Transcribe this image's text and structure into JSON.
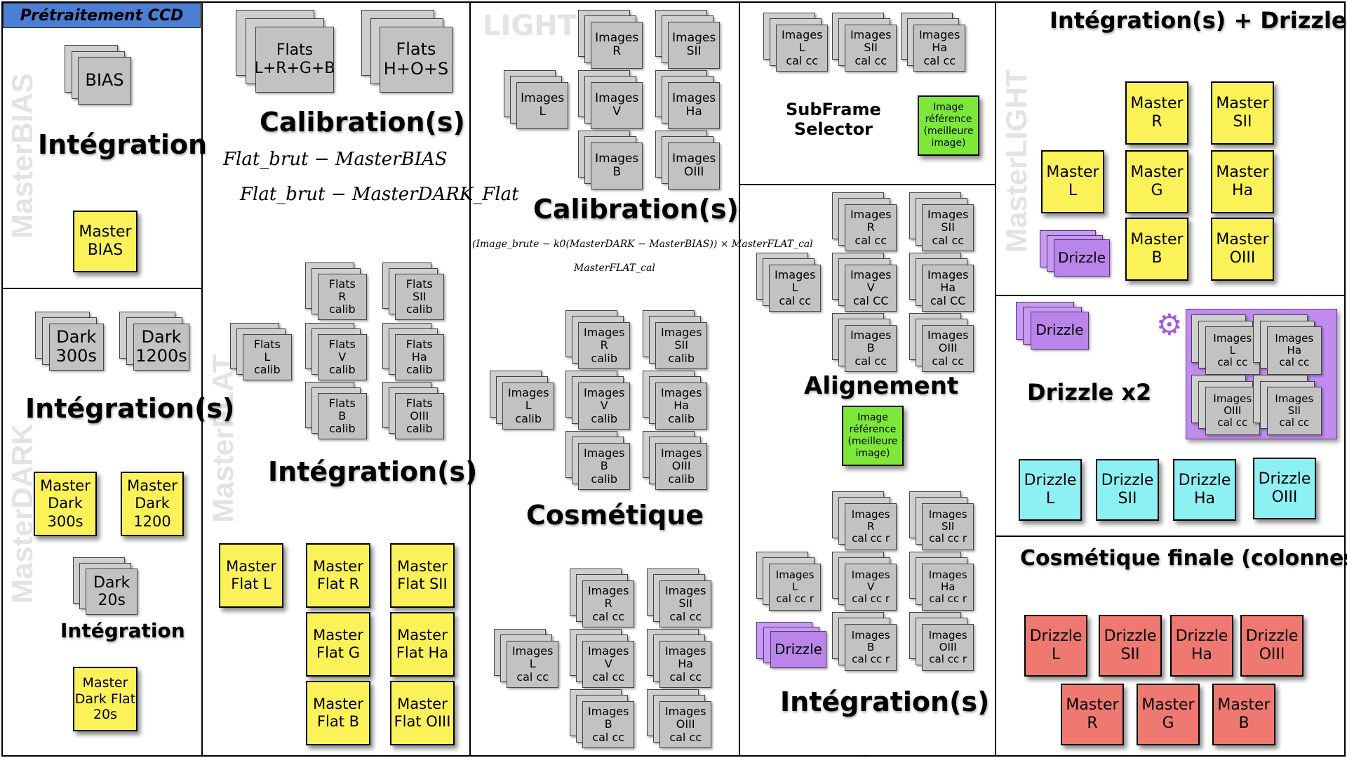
{
  "title": "Prétraitement CCD",
  "sections": {
    "bias": "MasterBIAS",
    "dark": "MasterDARK",
    "flat": "MasterFLAT",
    "light": "LIGHT",
    "light2": "MasterLIGHT"
  },
  "bias": {
    "stack": "BIAS",
    "step": "Intégration",
    "master": "Master\nBIAS"
  },
  "dark": {
    "d300": "Dark\n300s",
    "d1200": "Dark\n1200s",
    "step": "Intégration(s)",
    "m300": "Master\nDark\n300s",
    "m1200": "Master\nDark\n1200",
    "d20": "Dark\n20s",
    "step2": "Intégration",
    "mflat": "Master\nDark Flat\n20s"
  },
  "flat": {
    "f1": "Flats\nL+R+G+B",
    "f2": "Flats\nH+O+S",
    "step": "Calibration(s)",
    "eq1": "Flat_brut − MasterBIAS",
    "eq2": "Flat_brut − MasterDARK_Flat",
    "c": [
      "Flats\nR\ncalib",
      "Flats\nSII\ncalib",
      "Flats\nL\ncalib",
      "Flats\nV\ncalib",
      "Flats\nHa\ncalib",
      "Flats\nB\ncalib",
      "Flats\nOIII\ncalib"
    ],
    "step2": "Intégration(s)",
    "m": [
      "Master\nFlat L",
      "Master\nFlat R",
      "Master\nFlat SII",
      "Master\nFlat G",
      "Master\nFlat Ha",
      "Master\nFlat B",
      "Master\nFlat OIII"
    ]
  },
  "light": {
    "raw": [
      "Images\nR",
      "Images\nSII",
      "Images\nL",
      "Images\nV",
      "Images\nHa",
      "Images\nB",
      "Images\nOIII"
    ],
    "step": "Calibration(s)",
    "formula_num": "(Image_brute − k0(MasterDARK − MasterBIAS)) × MasterFLAT_cal",
    "formula_den": "MasterFLAT_cal",
    "calib": [
      "Images\nR\ncalib",
      "Images\nSII\ncalib",
      "Images\nL\ncalib",
      "Images\nV\ncalib",
      "Images\nHa\ncalib",
      "Images\nB\ncalib",
      "Images\nOIII\ncalib"
    ],
    "step2": "Cosmétique",
    "cc": [
      "Images\nR\ncal cc",
      "Images\nSII\ncal cc",
      "Images\nL\ncal cc",
      "Images\nV\ncal cc",
      "Images\nHa\ncal cc",
      "Images\nB\ncal cc",
      "Images\nOIII\ncal cc"
    ]
  },
  "sub": {
    "s": [
      "Images\nL\ncal cc",
      "Images\nSII\ncal cc",
      "Images\nHa\ncal cc"
    ],
    "arrow": "SubFrame\nSelector",
    "ref": "Image\nréférence\n(meilleure\nimage)"
  },
  "align": {
    "cc": [
      "Images\nR\ncal cc",
      "Images\nSII\ncal cc",
      "Images\nL\ncal cc",
      "Images\nV\ncal CC",
      "Images\nHa\ncal CC",
      "Images\nB\ncal cc",
      "Images\nOIII\ncal cc"
    ],
    "step": "Alignement",
    "ref": "Image\nréférence\n(meilleure\nimage)",
    "r": [
      "Images\nR\ncal cc r",
      "Images\nSII\ncal cc r",
      "Images\nL\ncal cc r",
      "Images\nV\ncal cc r",
      "Images\nHa\ncal cc r",
      "Images\nB\ncal cc r",
      "Images\nOIII\ncal cc r"
    ],
    "drizzle": "Drizzle",
    "step2": "Intégration(s)"
  },
  "integ": {
    "step": "Intégration(s) + Drizzle",
    "m": [
      "Master\nR",
      "Master\nSII",
      "Master\nL",
      "Master\nG",
      "Master\nHa",
      "Master\nB",
      "Master\nOIII"
    ],
    "drizzle": "Drizzle"
  },
  "drizzle": {
    "stack": "Drizzle",
    "step": "Drizzle x2",
    "imgs": [
      "Images\nL\ncal cc",
      "Images\nHa\ncal cc",
      "Images\nOIII\ncal cc",
      "Images\nSII\ncal cc"
    ],
    "out": [
      "Drizzle\nL",
      "Drizzle\nSII",
      "Drizzle\nHa",
      "Drizzle\nOIII"
    ]
  },
  "final": {
    "step": "Cosmétique finale (colonnes)",
    "d": [
      "Drizzle\nL",
      "Drizzle\nSII",
      "Drizzle\nHa",
      "Drizzle\nOIII"
    ],
    "m": [
      "Master\nR",
      "Master\nG",
      "Master\nB"
    ]
  }
}
